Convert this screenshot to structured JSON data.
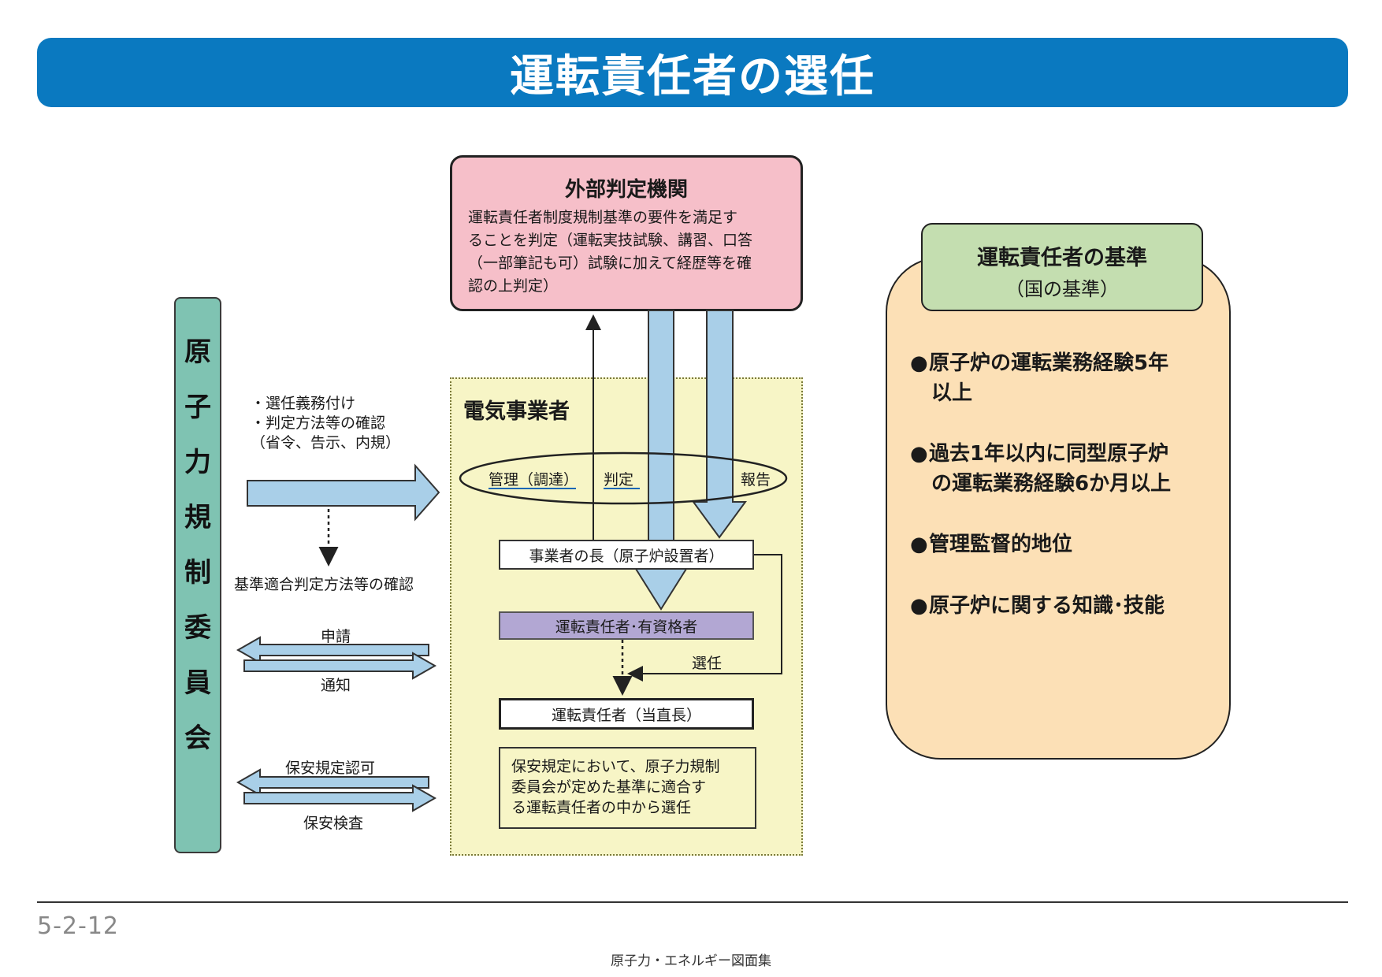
{
  "title": "運転責任者の選任",
  "nra": {
    "chars": [
      "原",
      "子",
      "力",
      "規",
      "制",
      "委",
      "員",
      "会"
    ]
  },
  "external_body": {
    "title": "外部判定機関",
    "lines": [
      "運転責任者制度規制基準の要件を満足す",
      "ることを判定（運転実技試験、講習、口答",
      "（一部筆記も可）試験に加えて経歴等を確",
      "認の上判定）"
    ]
  },
  "left_notes": {
    "lines": [
      "・選任義務付け",
      "・判定方法等の確認",
      "（省令、告示、内規）"
    ],
    "confirm": "基準適合判定方法等の確認",
    "apply": "申請",
    "notify": "通知",
    "approval": "保安規定認可",
    "inspection": "保安検査"
  },
  "utility": {
    "title": "電気事業者",
    "ellipse": {
      "manage": "管理（調達）",
      "judge": "判定",
      "report": "報告"
    },
    "head": "事業者の長（原子炉設置者）",
    "qualified": "運転責任者･有資格者",
    "appoint": "選任",
    "chief": "運転責任者（当直長）",
    "note_lines": [
      "保安規定において、原子力規制",
      "委員会が定めた基準に適合す",
      "る運転責任者の中から選任"
    ]
  },
  "standards": {
    "title": "運転責任者の基準",
    "subtitle": "（国の基準）",
    "items": [
      {
        "line1": "原子炉の運転業務経験5年",
        "line2": "以上"
      },
      {
        "line1": "過去1年以内に同型原子炉",
        "line2": "の運転業務経験6か月以上"
      },
      {
        "line1": "管理監督的地位",
        "line2": ""
      },
      {
        "line1": "原子炉に関する知識･技能",
        "line2": ""
      }
    ],
    "bullet": "●"
  },
  "colors": {
    "title_bar": "#0a79c0",
    "nra": "#7fc3b2",
    "external": "#f6bfc9",
    "utility": "#f7f5c6",
    "qualified": "#b2a7d3",
    "standards_body": "#fce0b6",
    "standards_head": "#c4deb0",
    "arrow": "#a9cfe8"
  },
  "footer": {
    "page": "5-2-12",
    "caption": "原子力・エネルギー図面集"
  }
}
